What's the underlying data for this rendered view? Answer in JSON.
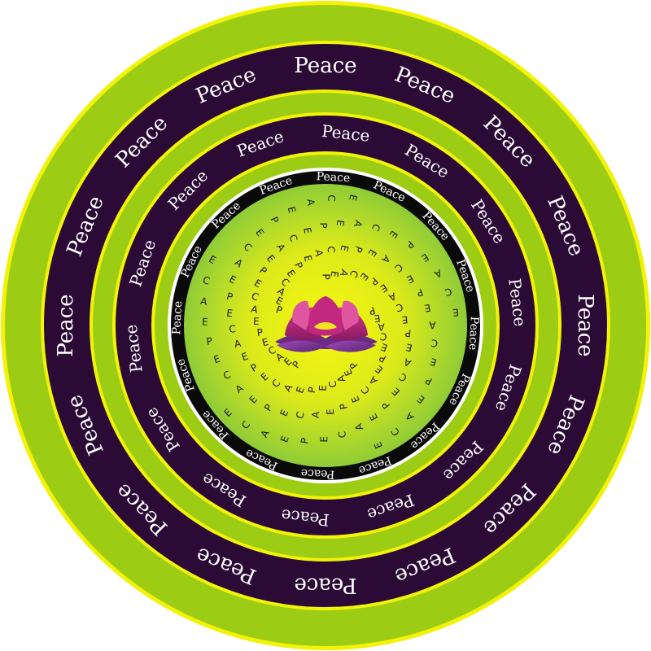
{
  "rings": {
    "outer_word": "Peace",
    "second_word": "Peace",
    "black_ring_word": "Peace",
    "spiral_word": "PEACE"
  },
  "colors": {
    "outer_yellow": "#f2f20a",
    "green": "#9ccd14",
    "purple_band": "#2b0a36",
    "black_ring": "#0a0a0a",
    "center_yellow": "#f4f40e",
    "center_green": "#8fcc37",
    "lotus_magenta": "#b0207a",
    "lotus_purple": "#7a2a8c",
    "text_white": "#ffffff"
  },
  "center_icon": "lotus-flower-icon"
}
